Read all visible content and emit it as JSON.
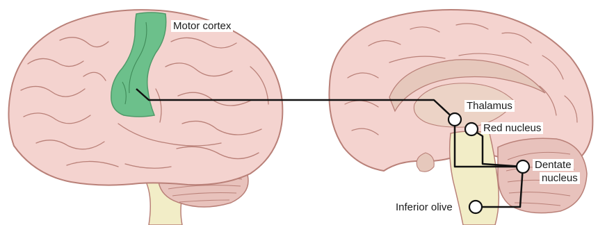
{
  "labels": {
    "motor_cortex": "Motor cortex",
    "thalamus": "Thalamus",
    "red_nucleus": "Red nucleus",
    "dentate_line1": "Dentate",
    "dentate_line2": "nucleus",
    "inferior_olive": "Inferior olive"
  },
  "colors": {
    "cortex_fill": "#f4d3cf",
    "cortex_outline": "#b98078",
    "motor_cortex": "#6cc08b",
    "deep_structures": "#e6c8bc",
    "brainstem": "#f2edc7",
    "cerebellum": "#e8c2bc",
    "pathway": "#111111",
    "node_fill": "#ffffff"
  }
}
